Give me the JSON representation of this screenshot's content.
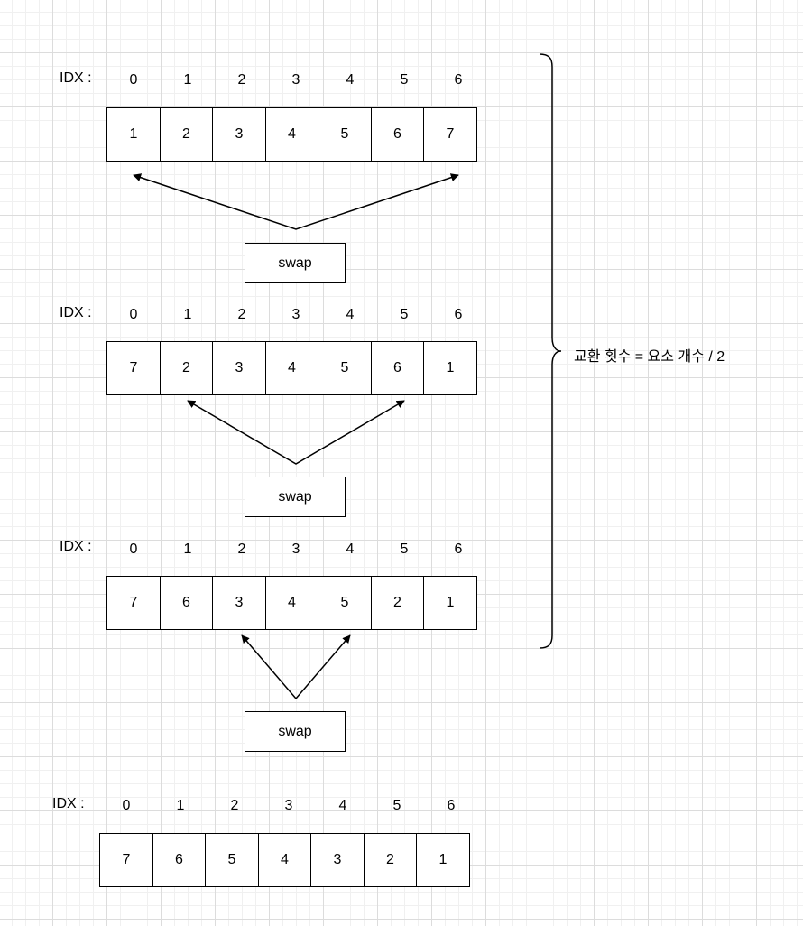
{
  "idx_label": "IDX :",
  "indices": [
    "0",
    "1",
    "2",
    "3",
    "4",
    "5",
    "6"
  ],
  "arrays": [
    [
      "1",
      "2",
      "3",
      "4",
      "5",
      "6",
      "7"
    ],
    [
      "7",
      "2",
      "3",
      "4",
      "5",
      "6",
      "1"
    ],
    [
      "7",
      "6",
      "3",
      "4",
      "5",
      "2",
      "1"
    ],
    [
      "7",
      "6",
      "5",
      "4",
      "3",
      "2",
      "1"
    ]
  ],
  "swap_label": "swap",
  "brace_note": "교환 횟수 = 요소 개수 / 2"
}
